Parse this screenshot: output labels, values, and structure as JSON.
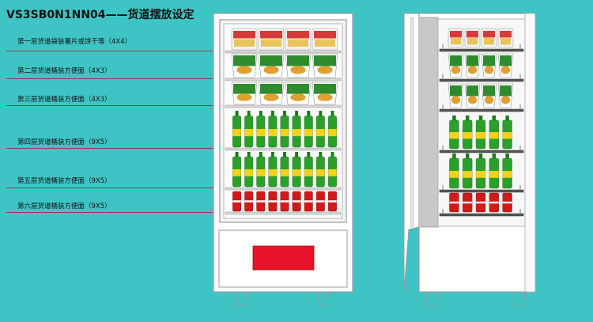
{
  "title": "VS3SB0N1NN04——货道摆放设定",
  "layers": [
    {
      "label": "第一层货道袋装薯片或饼干等",
      "spec": "（4X4）",
      "product": "chips",
      "count": 4
    },
    {
      "label": "第二层货道桶装方便面",
      "spec": "（4X3）",
      "product": "noodles",
      "count": 4
    },
    {
      "label": "第三层货道桶装方便面",
      "spec": "（4X3）",
      "product": "noodles",
      "count": 4
    },
    {
      "label": "第四层货道桶装方便面",
      "spec": "（9X5）",
      "product": "green-bottle",
      "count": 9
    },
    {
      "label": "第五层货道桶装方便面",
      "spec": "（9X5）",
      "product": "green-bottle",
      "count": 9
    },
    {
      "label": "第六层货道桶装方便面",
      "spec": "（9X5）",
      "product": "cola-can",
      "count": 9
    }
  ],
  "colors": {
    "background": "#3fc4c6",
    "cabinet": "#ffffff",
    "display_panel": "#e8122a",
    "leader_line": "#a0304a",
    "chips": "#d63a3a",
    "noodles": "#2e8b2e",
    "green_bottle": "#2aa02a",
    "cola_can": "#d11a1a"
  }
}
